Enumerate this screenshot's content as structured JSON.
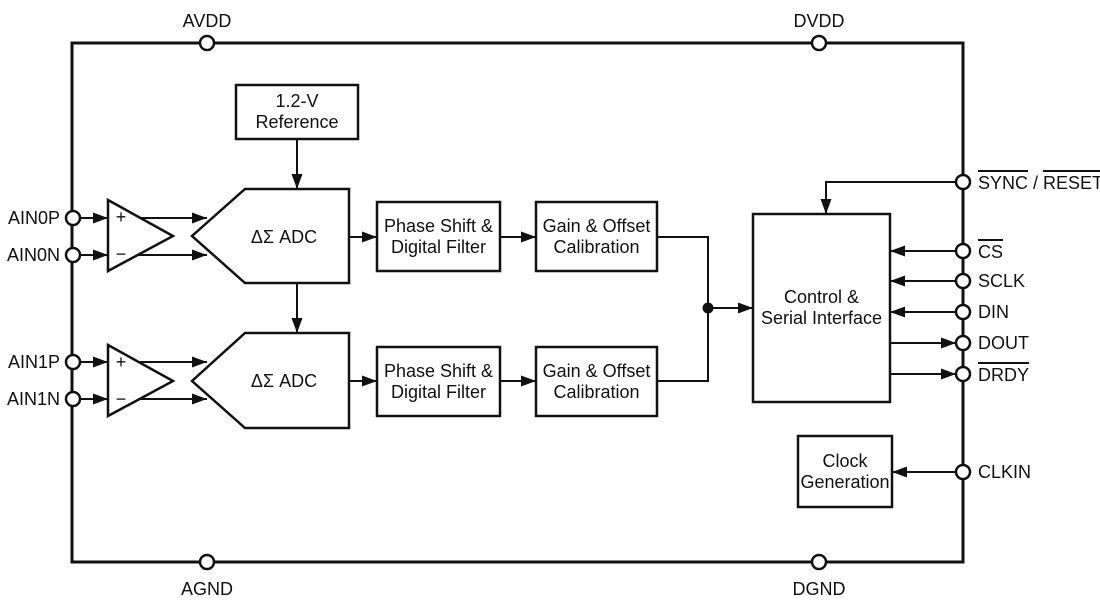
{
  "blocks": {
    "reference": {
      "line1": "1.2-V",
      "line2": "Reference"
    },
    "adc_ch0": {
      "label": "ΔΣ ADC"
    },
    "adc_ch1": {
      "label": "ΔΣ ADC"
    },
    "phase_filter_ch0": {
      "line1": "Phase Shift &",
      "line2": "Digital Filter"
    },
    "phase_filter_ch1": {
      "line1": "Phase Shift &",
      "line2": "Digital Filter"
    },
    "gain_cal_ch0": {
      "line1": "Gain & Offset",
      "line2": "Calibration"
    },
    "gain_cal_ch1": {
      "line1": "Gain & Offset",
      "line2": "Calibration"
    },
    "control": {
      "line1": "Control &",
      "line2": "Serial Interface"
    },
    "clock": {
      "line1": "Clock",
      "line2": "Generation"
    }
  },
  "amplifiers": {
    "ch0": {
      "plus": "+",
      "minus": "−"
    },
    "ch1": {
      "plus": "+",
      "minus": "−"
    }
  },
  "pins": {
    "top": {
      "avdd": "AVDD",
      "dvdd": "DVDD"
    },
    "bottom": {
      "agnd": "AGND",
      "dgnd": "DGND"
    },
    "left": {
      "ain0p": "AIN0P",
      "ain0n": "AIN0N",
      "ain1p": "AIN1P",
      "ain1n": "AIN1N"
    },
    "right": {
      "sync_reset": {
        "sync": "SYNC",
        "separator": "/",
        "reset": "RESET"
      },
      "cs": "CS",
      "sclk": "SCLK",
      "din": "DIN",
      "dout": "DOUT",
      "drdy": "DRDY",
      "clkin": "CLKIN"
    }
  },
  "colors": {
    "line": "#111111",
    "background": "#ffffff"
  }
}
